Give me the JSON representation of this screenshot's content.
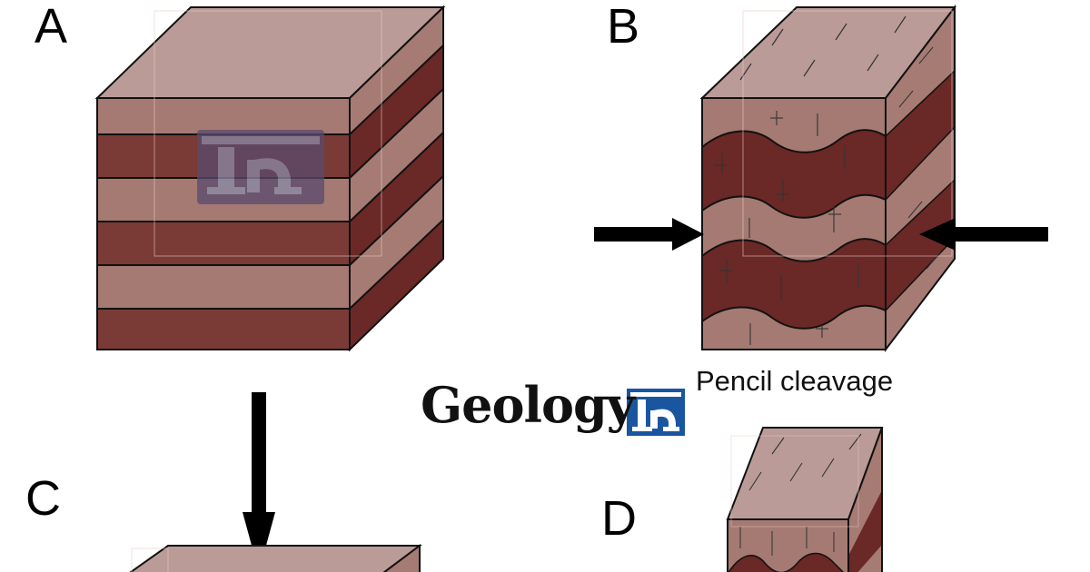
{
  "panels": {
    "a": {
      "label": "A"
    },
    "b": {
      "label": "B",
      "caption": "Pencil cleavage"
    },
    "c": {
      "label": "C"
    },
    "d": {
      "label": "D"
    }
  },
  "branding": {
    "logo_text": "Geology",
    "logo_mark": "In",
    "watermark_mark": "In"
  },
  "colors": {
    "light_layer": "#a47a72",
    "dark_layer": "#7a3a35",
    "light_side": "#a67b73",
    "dark_side": "#6a2826",
    "top_face": "#bb9b97",
    "outline": "#111111",
    "arrow": "#000000",
    "logo_blue": "#1a56a0"
  }
}
